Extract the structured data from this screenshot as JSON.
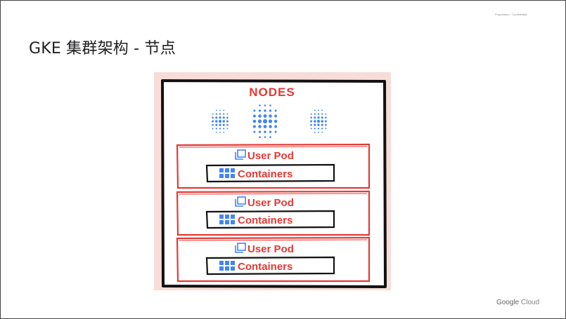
{
  "slide": {
    "title": "GKE 集群架构 - 节点",
    "confidential_text": "Proprietary + Confidential",
    "footer_brand": "Google",
    "footer_product": "Cloud"
  },
  "diagram": {
    "heading": "NODES",
    "pods": [
      {
        "pod_label": "User Pod",
        "container_label": "Containers"
      },
      {
        "pod_label": "User Pod",
        "container_label": "Containers"
      },
      {
        "pod_label": "User Pod",
        "container_label": "Containers"
      }
    ],
    "icons": {
      "node_icon": "dot-sphere-icon",
      "pod_icon": "pod-square-icon",
      "container_icon": "container-grid-icon"
    },
    "colors": {
      "background": "#f8dcd8",
      "accent_red": "#e53935",
      "blue": "#4285f4",
      "ink": "#111111"
    }
  }
}
